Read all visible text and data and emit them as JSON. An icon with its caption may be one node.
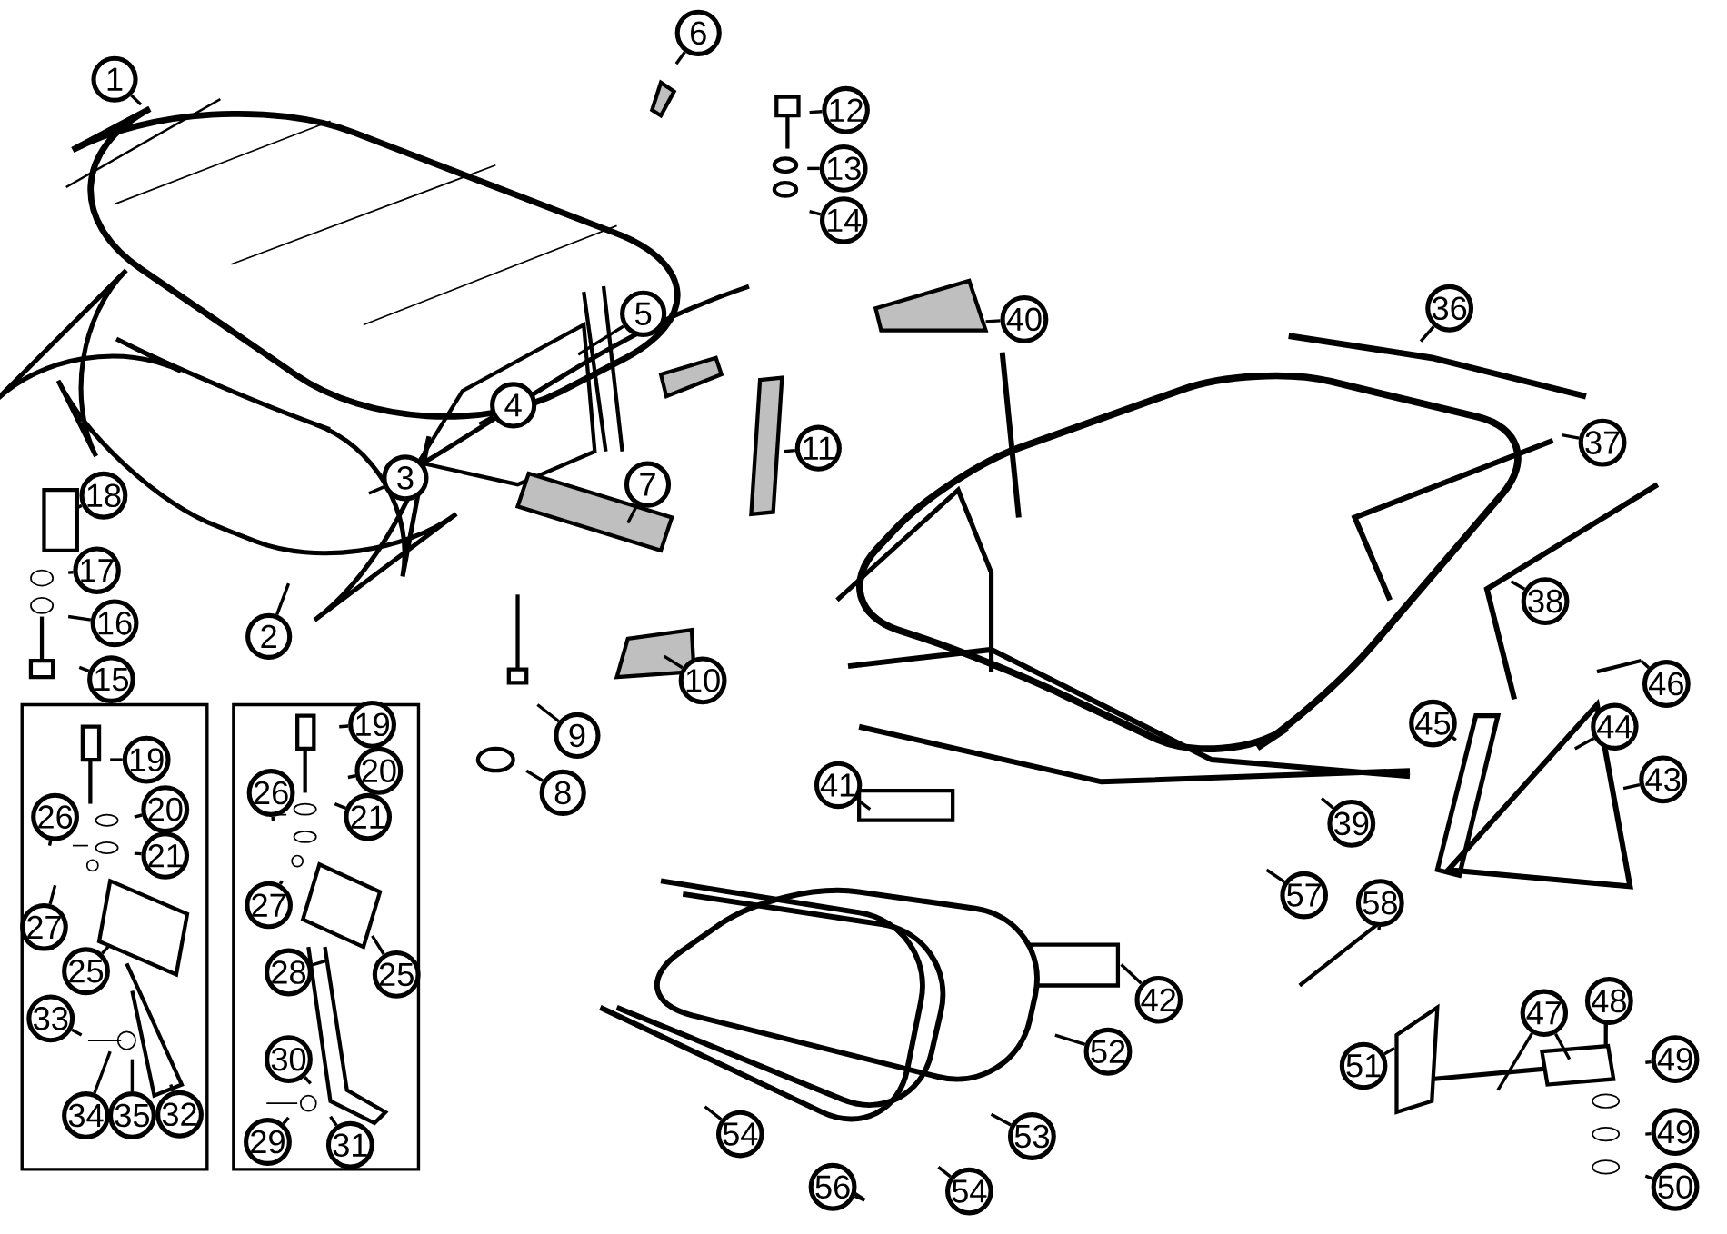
{
  "diagram": {
    "nodes": [
      {
        "text": [
          "1"
        ]
      },
      {
        "text": [
          "2"
        ]
      },
      {
        "text": [
          "3"
        ]
      },
      {
        "text": [
          "4"
        ]
      },
      {
        "text": [
          "5"
        ]
      },
      {
        "text": [
          "6"
        ]
      },
      {
        "text": [
          "7"
        ]
      },
      {
        "text": [
          "8"
        ]
      },
      {
        "text": [
          "9"
        ]
      },
      {
        "text": [
          "10"
        ]
      },
      {
        "text": [
          "11"
        ]
      },
      {
        "text": [
          "12"
        ]
      },
      {
        "text": [
          "13"
        ]
      },
      {
        "text": [
          "14"
        ]
      },
      {
        "text": [
          "18"
        ]
      },
      {
        "text": [
          "17"
        ]
      },
      {
        "text": [
          "16"
        ]
      },
      {
        "text": [
          "15"
        ]
      },
      {
        "text": [
          "19"
        ]
      },
      {
        "text": [
          "26"
        ]
      },
      {
        "text": [
          "20"
        ]
      },
      {
        "text": [
          "21"
        ]
      },
      {
        "text": [
          "27"
        ]
      },
      {
        "text": [
          "25"
        ]
      },
      {
        "text": [
          "33"
        ]
      },
      {
        "text": [
          "34"
        ]
      },
      {
        "text": [
          "35"
        ]
      },
      {
        "text": [
          "32"
        ]
      },
      {
        "text": [
          "19"
        ]
      },
      {
        "text": [
          "26"
        ]
      },
      {
        "text": [
          "20"
        ]
      },
      {
        "text": [
          "21"
        ]
      },
      {
        "text": [
          "27"
        ]
      },
      {
        "text": [
          "28"
        ]
      },
      {
        "text": [
          "25"
        ]
      },
      {
        "text": [
          "30"
        ]
      },
      {
        "text": [
          "29"
        ]
      },
      {
        "text": [
          "31"
        ]
      },
      {
        "text": [
          "40"
        ]
      },
      {
        "text": [
          "36"
        ]
      },
      {
        "text": [
          "37"
        ]
      },
      {
        "text": [
          "38"
        ]
      },
      {
        "text": [
          "46"
        ]
      },
      {
        "text": [
          "45"
        ]
      },
      {
        "text": [
          "44"
        ]
      },
      {
        "text": [
          "43"
        ]
      },
      {
        "text": [
          "41"
        ]
      },
      {
        "text": [
          "39"
        ]
      },
      {
        "text": [
          "57"
        ]
      },
      {
        "text": [
          "58"
        ]
      },
      {
        "text": [
          "42"
        ]
      },
      {
        "text": [
          "47"
        ]
      },
      {
        "text": [
          "48"
        ]
      },
      {
        "text": [
          "52"
        ]
      },
      {
        "text": [
          "51"
        ]
      },
      {
        "text": [
          "49"
        ]
      },
      {
        "text": [
          "49"
        ]
      },
      {
        "text": [
          "53"
        ]
      },
      {
        "text": [
          "54"
        ]
      },
      {
        "text": [
          "50"
        ]
      },
      {
        "text": [
          "56"
        ]
      },
      {
        "text": [
          "54"
        ]
      }
    ],
    "edges": [
      {
        "from": 0,
        "to": null,
        "arrow": "none"
      },
      {
        "from": 1,
        "to": null,
        "arrow": "none"
      },
      {
        "from": 2,
        "to": null,
        "arrow": "none"
      },
      {
        "from": 3,
        "to": null,
        "arrow": "none"
      },
      {
        "from": 4,
        "to": null,
        "arrow": "none"
      },
      {
        "from": 5,
        "to": null,
        "arrow": "none"
      },
      {
        "from": 6,
        "to": null,
        "arrow": "none"
      },
      {
        "from": 7,
        "to": null,
        "arrow": "none"
      },
      {
        "from": 8,
        "to": null,
        "arrow": "none"
      },
      {
        "from": 9,
        "to": null,
        "arrow": "none"
      },
      {
        "from": 10,
        "to": null,
        "arrow": "none"
      },
      {
        "from": 11,
        "to": null,
        "arrow": "none"
      },
      {
        "from": 12,
        "to": null,
        "arrow": "none"
      },
      {
        "from": 13,
        "to": null,
        "arrow": "none"
      },
      {
        "from": 14,
        "to": null,
        "arrow": "none"
      },
      {
        "from": 15,
        "to": null,
        "arrow": "none"
      },
      {
        "from": 16,
        "to": null,
        "arrow": "none"
      },
      {
        "from": 17,
        "to": null,
        "arrow": "none"
      },
      {
        "from": 18,
        "to": null,
        "arrow": "none"
      },
      {
        "from": 19,
        "to": null,
        "arrow": "none"
      },
      {
        "from": 20,
        "to": null,
        "arrow": "none"
      },
      {
        "from": 21,
        "to": null,
        "arrow": "none"
      },
      {
        "from": 22,
        "to": null,
        "arrow": "none"
      },
      {
        "from": 23,
        "to": null,
        "arrow": "none"
      },
      {
        "from": 24,
        "to": null,
        "arrow": "none"
      },
      {
        "from": 25,
        "to": null,
        "arrow": "none"
      },
      {
        "from": 26,
        "to": null,
        "arrow": "none"
      },
      {
        "from": 27,
        "to": null,
        "arrow": "none"
      },
      {
        "from": 28,
        "to": null,
        "arrow": "none"
      },
      {
        "from": 29,
        "to": null,
        "arrow": "none"
      },
      {
        "from": 30,
        "to": null,
        "arrow": "none"
      },
      {
        "from": 31,
        "to": null,
        "arrow": "none"
      },
      {
        "from": 32,
        "to": null,
        "arrow": "none"
      },
      {
        "from": 33,
        "to": null,
        "arrow": "none"
      },
      {
        "from": 34,
        "to": null,
        "arrow": "none"
      },
      {
        "from": 35,
        "to": null,
        "arrow": "none"
      },
      {
        "from": 36,
        "to": null,
        "arrow": "none"
      },
      {
        "from": 37,
        "to": null,
        "arrow": "none"
      },
      {
        "from": 38,
        "to": null,
        "arrow": "none"
      },
      {
        "from": 39,
        "to": null,
        "arrow": "none"
      },
      {
        "from": 40,
        "to": null,
        "arrow": "none"
      },
      {
        "from": 41,
        "to": null,
        "arrow": "none"
      },
      {
        "from": 42,
        "to": null,
        "arrow": "none"
      },
      {
        "from": 43,
        "to": null,
        "arrow": "none"
      },
      {
        "from": 44,
        "to": null,
        "arrow": "none"
      },
      {
        "from": 45,
        "to": null,
        "arrow": "none"
      },
      {
        "from": 46,
        "to": null,
        "arrow": "none"
      },
      {
        "from": 47,
        "to": null,
        "arrow": "none"
      },
      {
        "from": 48,
        "to": null,
        "arrow": "none"
      },
      {
        "from": 49,
        "to": null,
        "arrow": "none"
      },
      {
        "from": 50,
        "to": null,
        "arrow": "none"
      },
      {
        "from": 51,
        "to": null,
        "arrow": "none"
      },
      {
        "from": 51,
        "to": null,
        "arrow": "none"
      },
      {
        "from": 52,
        "to": null,
        "arrow": "none"
      },
      {
        "from": 53,
        "to": null,
        "arrow": "none"
      },
      {
        "from": 54,
        "to": null,
        "arrow": "none"
      },
      {
        "from": 55,
        "to": null,
        "arrow": "none"
      },
      {
        "from": 56,
        "to": null,
        "arrow": "none"
      },
      {
        "from": 57,
        "to": null,
        "arrow": "none"
      },
      {
        "from": 58,
        "to": null,
        "arrow": "none"
      },
      {
        "from": 59,
        "to": null,
        "arrow": "none"
      },
      {
        "from": 60,
        "to": null,
        "arrow": "none"
      },
      {
        "from": 61,
        "to": null,
        "arrow": "none"
      }
    ]
  }
}
